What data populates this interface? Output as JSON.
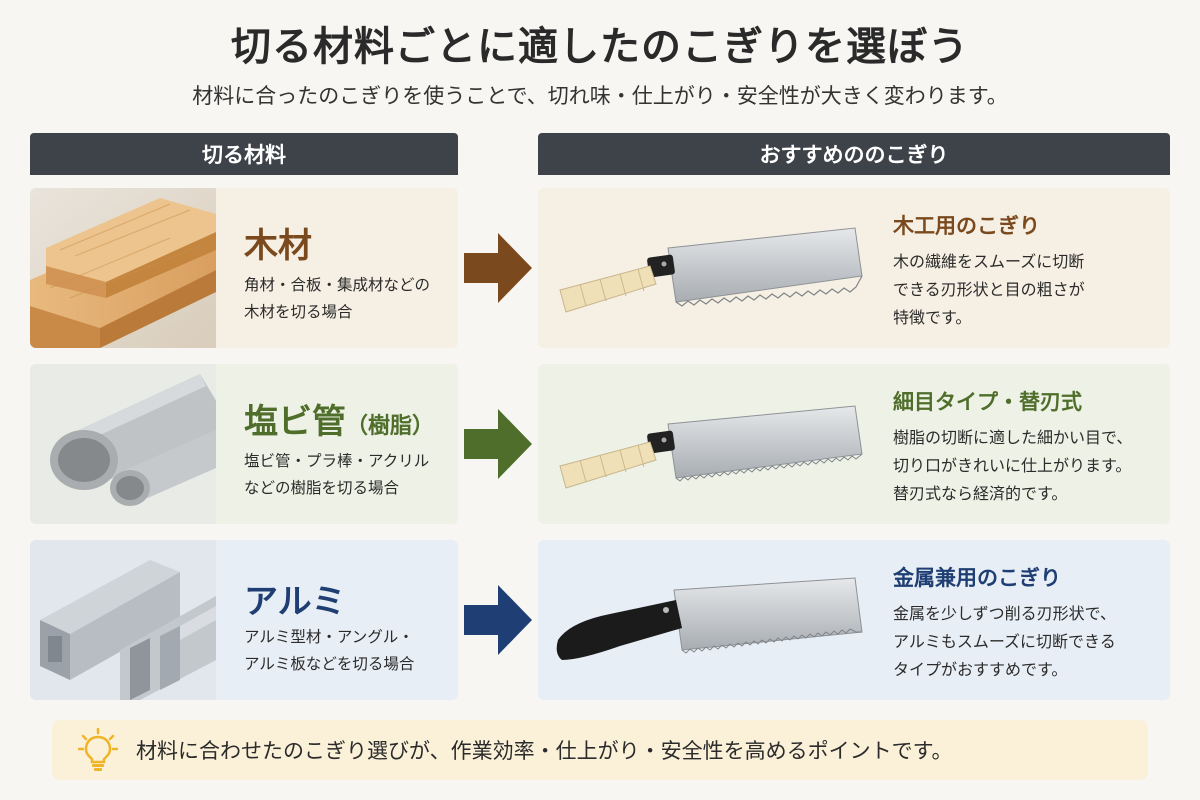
{
  "title": "切る材料ごとに適したのこぎりを選ぼう",
  "subtitle": "材料に合ったのこぎりを使うことで、切れ味・仕上がり・安全性が大きく変わります。",
  "headers": {
    "material": "切る材料",
    "saw": "おすすめののこぎり"
  },
  "rows": [
    {
      "material_name": "木材",
      "material_name_sub": "",
      "material_desc_1": "角材・合板・集成材などの",
      "material_desc_2": "木材を切る場合",
      "saw_title": "木工用のこぎり",
      "saw_desc_1": "木の繊維をスムーズに切断",
      "saw_desc_2": "できる刃形状と目の粗さが",
      "saw_desc_3": "特徴です。",
      "color": "#7a4a1e"
    },
    {
      "material_name": "塩ビ管",
      "material_name_sub": "（樹脂）",
      "material_desc_1": "塩ビ管・プラ棒・アクリル",
      "material_desc_2": "などの樹脂を切る場合",
      "saw_title": "細目タイプ・替刃式",
      "saw_desc_1": "樹脂の切断に適した細かい目で、",
      "saw_desc_2": "切り口がきれいに仕上がります。",
      "saw_desc_3": "替刃式なら経済的です。",
      "color": "#4f6e2b"
    },
    {
      "material_name": "アルミ",
      "material_name_sub": "",
      "material_desc_1": "アルミ型材・アングル・",
      "material_desc_2": "アルミ板などを切る場合",
      "saw_title": "金属兼用のこぎり",
      "saw_desc_1": "金属を少しずつ削る刃形状で、",
      "saw_desc_2": "アルミもスムーズに切断できる",
      "saw_desc_3": "タイプがおすすめです。",
      "color": "#1f3e73"
    }
  ],
  "tip": {
    "icon": "lightbulb-icon",
    "text": "材料に合わせたのこぎり選びが、作業効率・仕上がり・安全性を高めるポイントです。"
  }
}
